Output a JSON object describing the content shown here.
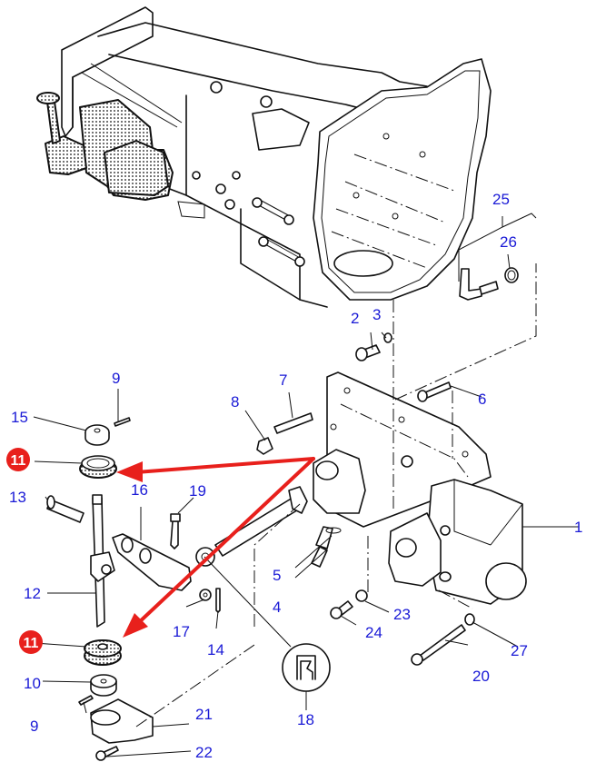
{
  "diagram": {
    "title": "",
    "accent_color": "#e8201c",
    "label_color": "#1a1ad6",
    "highlighted_part": "11",
    "callouts": [
      {
        "id": "c1",
        "number": "1",
        "highlighted": false
      },
      {
        "id": "c2",
        "number": "2",
        "highlighted": false
      },
      {
        "id": "c3",
        "number": "3",
        "highlighted": false
      },
      {
        "id": "c4",
        "number": "4",
        "highlighted": false
      },
      {
        "id": "c5",
        "number": "5",
        "highlighted": false
      },
      {
        "id": "c6",
        "number": "6",
        "highlighted": false
      },
      {
        "id": "c7",
        "number": "7",
        "highlighted": false
      },
      {
        "id": "c8",
        "number": "8",
        "highlighted": false
      },
      {
        "id": "c9a",
        "number": "9",
        "highlighted": false
      },
      {
        "id": "c9b",
        "number": "9",
        "highlighted": false
      },
      {
        "id": "c10",
        "number": "10",
        "highlighted": false
      },
      {
        "id": "c11a",
        "number": "11",
        "highlighted": true
      },
      {
        "id": "c11b",
        "number": "11",
        "highlighted": true
      },
      {
        "id": "c12",
        "number": "12",
        "highlighted": false
      },
      {
        "id": "c13",
        "number": "13",
        "highlighted": false
      },
      {
        "id": "c14",
        "number": "14",
        "highlighted": false
      },
      {
        "id": "c15",
        "number": "15",
        "highlighted": false
      },
      {
        "id": "c16",
        "number": "16",
        "highlighted": false
      },
      {
        "id": "c17",
        "number": "17",
        "highlighted": false
      },
      {
        "id": "c18",
        "number": "18",
        "highlighted": false
      },
      {
        "id": "c19",
        "number": "19",
        "highlighted": false
      },
      {
        "id": "c20",
        "number": "20",
        "highlighted": false
      },
      {
        "id": "c21",
        "number": "21",
        "highlighted": false
      },
      {
        "id": "c22",
        "number": "22",
        "highlighted": false
      },
      {
        "id": "c23",
        "number": "23",
        "highlighted": false
      },
      {
        "id": "c24",
        "number": "24",
        "highlighted": false
      },
      {
        "id": "c25",
        "number": "25",
        "highlighted": false
      },
      {
        "id": "c26",
        "number": "26",
        "highlighted": false
      },
      {
        "id": "c27",
        "number": "27",
        "highlighted": false
      }
    ],
    "parts": {
      "transmission_housing": "transmission-housing",
      "cover_plate": "cover-plate",
      "seal_detail_icon": "seal-detail-icon"
    }
  }
}
